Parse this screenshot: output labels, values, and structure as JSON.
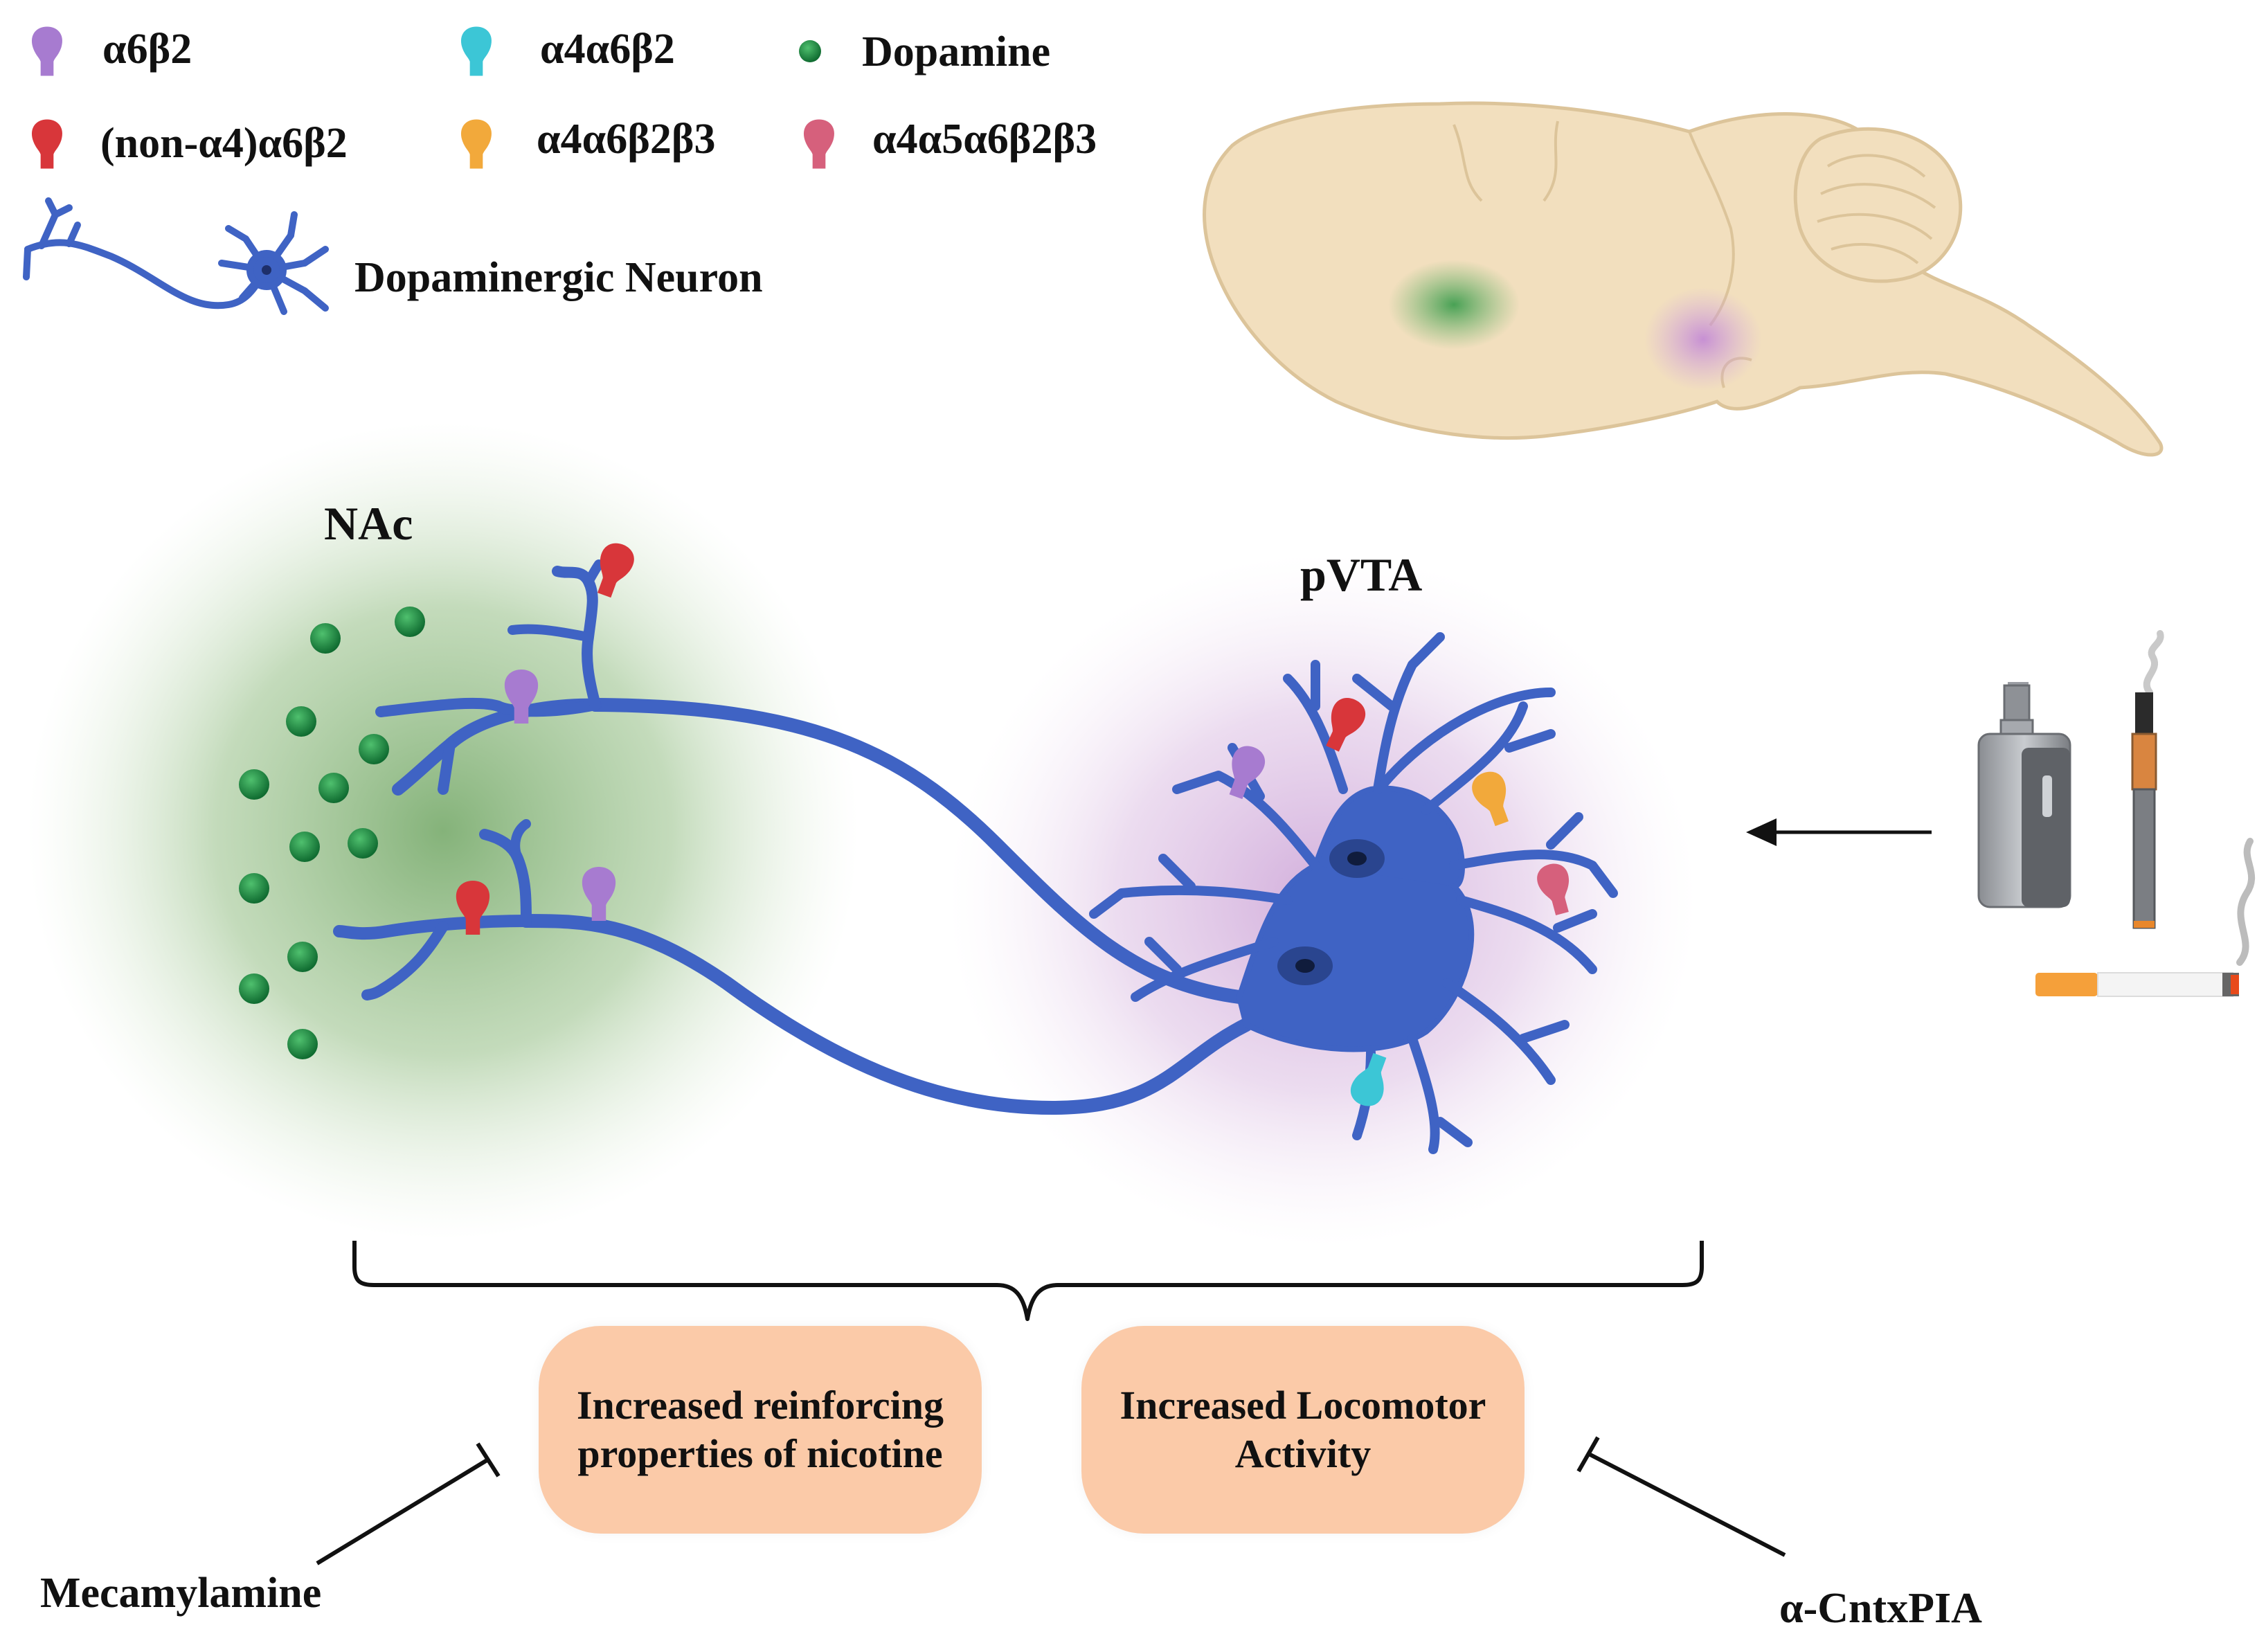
{
  "legend": {
    "receptors": [
      {
        "label": "α6β2",
        "color": "#a77bd0"
      },
      {
        "label": "α4α6β2",
        "color": "#3cc6d6"
      },
      {
        "label": "(non-α4)α6β2",
        "color": "#d8363a"
      },
      {
        "label": "α4α6β2β3",
        "color": "#f2a93b"
      },
      {
        "label": "α4α5α6β2β3",
        "color": "#d6607c"
      }
    ],
    "dopamine": {
      "label": "Dopamine",
      "color": "#1e8a47"
    },
    "neuron": {
      "label": "Dopaminergic Neuron",
      "color": "#3f63c4"
    }
  },
  "regions": {
    "nac": {
      "label": "NAc",
      "color": "#6aa85e"
    },
    "pvta": {
      "label": "pVTA",
      "color": "#c9a0d3"
    }
  },
  "brain": {
    "fill": "#f2dfbe",
    "stroke": "#dcc49a"
  },
  "effects": {
    "reinforcing": {
      "line1": "Increased reinforcing",
      "line2": "properties of nicotine"
    },
    "locomotor": {
      "line1": "Increased Locomotor",
      "line2": "Activity"
    },
    "box_color": "#fbcaa8"
  },
  "inhibitors": {
    "left": "Mecamylamine",
    "right": "α-CntxPIA"
  },
  "icons": [
    "vape-device-icon",
    "e-cigarette-icon",
    "cigarette-icon",
    "arrow-left-icon"
  ]
}
